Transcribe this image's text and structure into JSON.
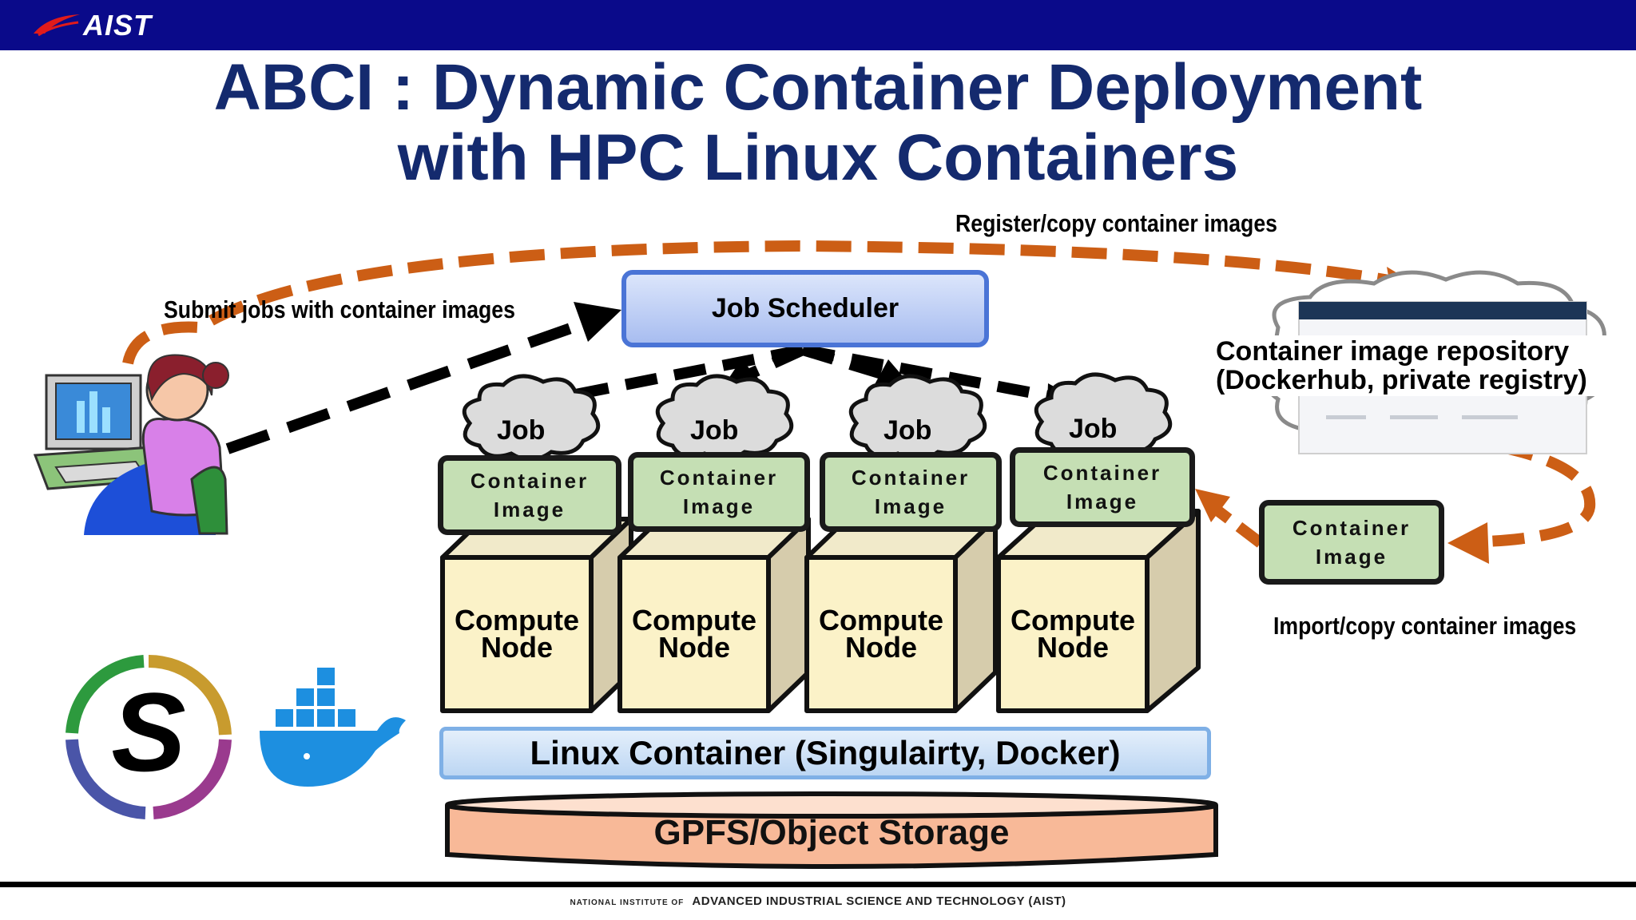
{
  "header": {
    "logo_text": "AIST"
  },
  "title": {
    "line1": "ABCI : Dynamic Container Deployment",
    "line2": "with HPC Linux Containers"
  },
  "labels": {
    "register": "Register/copy container images",
    "submit": "Submit jobs with container images",
    "import": "Import/copy container images"
  },
  "scheduler": {
    "label": "Job Scheduler"
  },
  "repository": {
    "line1": "Container image repository",
    "line2": "(Dockerhub, private registry)"
  },
  "nodes": [
    {
      "job": "Job",
      "image_line1": "Container",
      "image_line2": "Image",
      "node_line1": "Compute",
      "node_line2": "Node"
    },
    {
      "job": "Job",
      "image_line1": "Container",
      "image_line2": "Image",
      "node_line1": "Compute",
      "node_line2": "Node"
    },
    {
      "job": "Job",
      "image_line1": "Container",
      "image_line2": "Image",
      "node_line1": "Compute",
      "node_line2": "Node"
    },
    {
      "job": "Job",
      "image_line1": "Container",
      "image_line2": "Image",
      "node_line1": "Compute",
      "node_line2": "Node"
    }
  ],
  "import_image": {
    "line1": "Container",
    "line2": "Image"
  },
  "linux_container": {
    "label": "Linux Container (Singulairty, Docker)"
  },
  "storage": {
    "label": "GPFS/Object Storage"
  },
  "footer": {
    "prefix": "NATIONAL INSTITUTE OF",
    "text": "ADVANCED INDUSTRIAL SCIENCE AND TECHNOLOGY (AIST)"
  },
  "icons": [
    "aist-logo-icon",
    "user-computer-icon",
    "singularity-logo-icon",
    "docker-logo-icon",
    "cloud-icon"
  ],
  "colors": {
    "header": "#0a0a8a",
    "title": "#142a6e",
    "orange_arrow": "#cc5e15",
    "container_image": "#c5dfb4",
    "node_face": "#fbf2c8",
    "scheduler": "#a8bdf0"
  }
}
